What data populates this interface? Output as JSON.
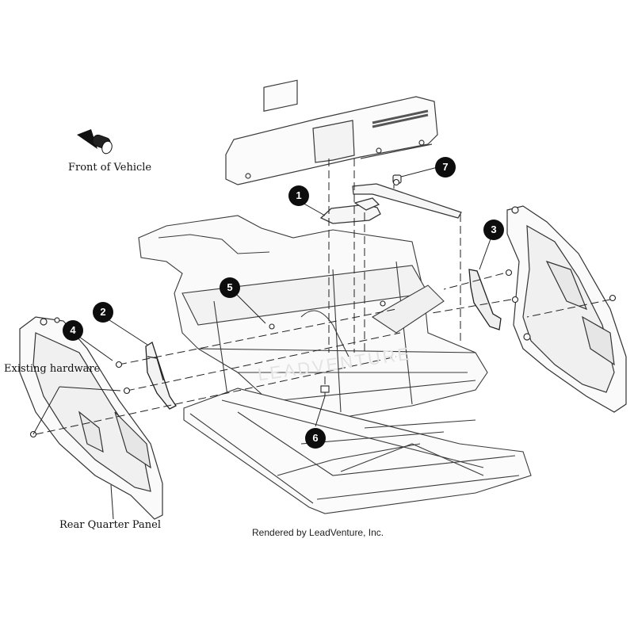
{
  "labels": {
    "front": "Front of Vehicle",
    "existing": "Existing hardware",
    "rear_panel": "Rear Quarter Panel",
    "credit": "Rendered by LeadVenture, Inc.",
    "watermark": "LEADVENTURE"
  },
  "callouts": [
    "1",
    "2",
    "3",
    "4",
    "5",
    "6",
    "7"
  ],
  "colors": {
    "line": "#3a3a3a",
    "callout": "#0d0d0d",
    "panel": "#fafafa"
  }
}
